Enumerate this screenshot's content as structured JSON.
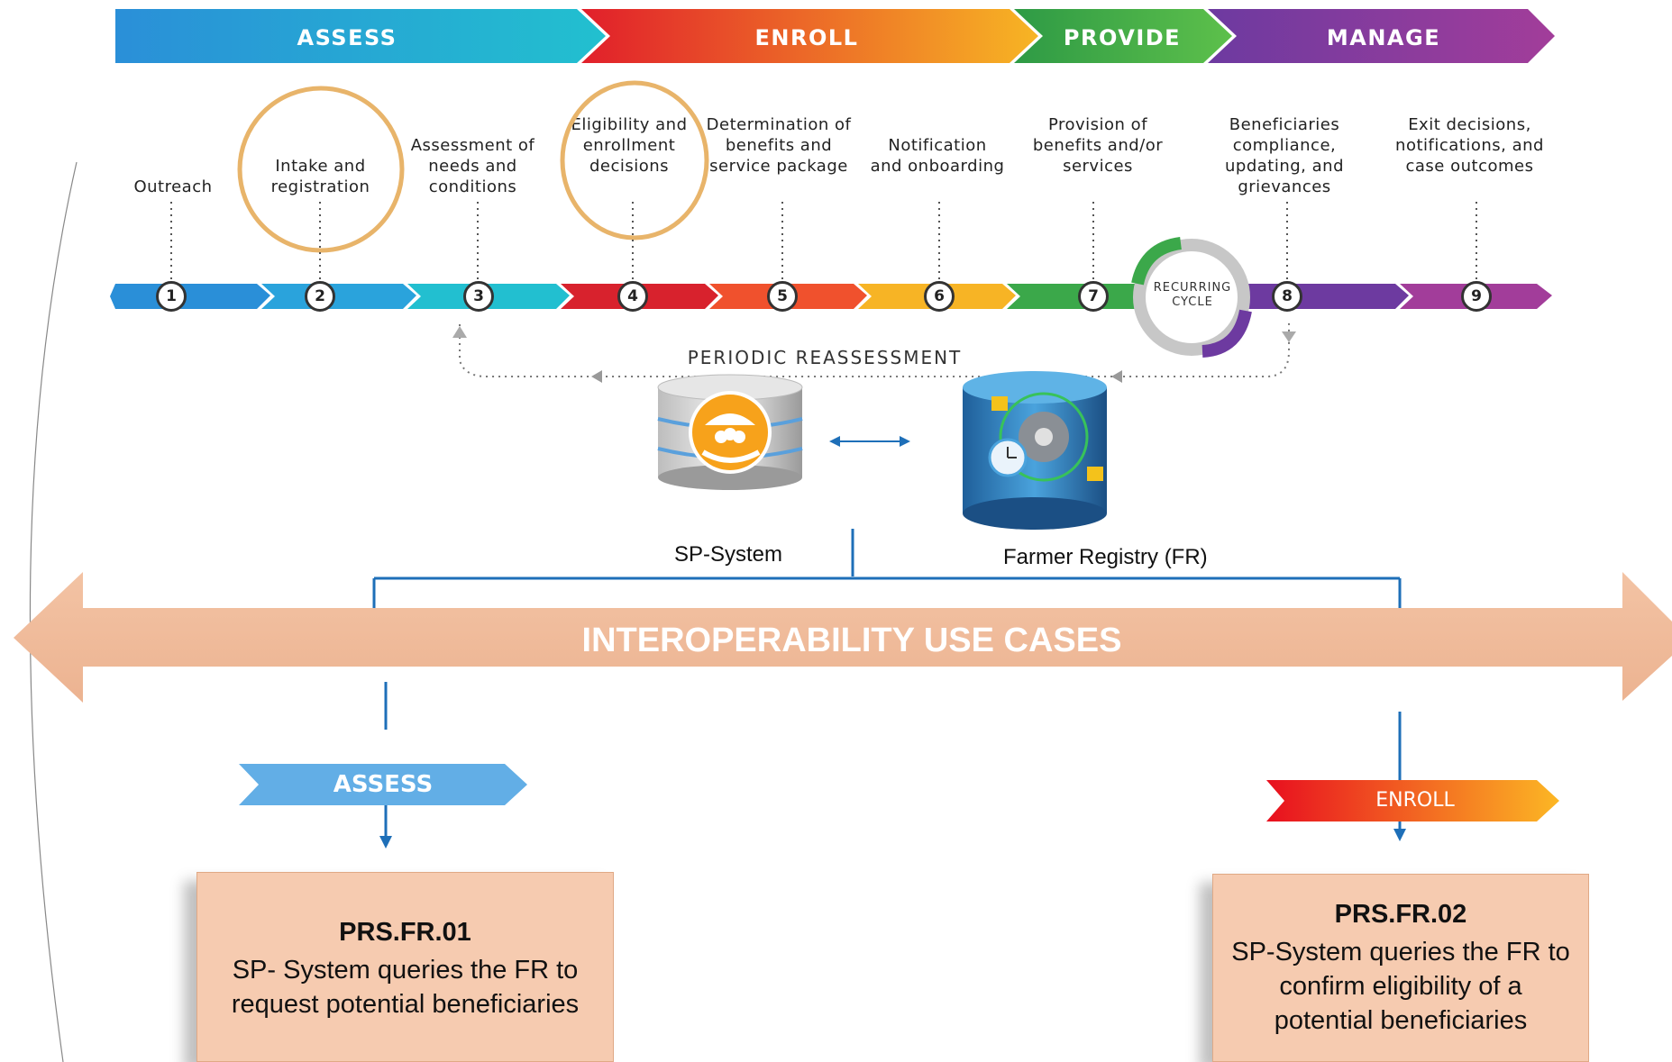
{
  "phases": [
    {
      "label": "ASSESS",
      "color": "#1fb6d6"
    },
    {
      "label": "ENROLL",
      "color": "#e8312a"
    },
    {
      "label": "PROVIDE",
      "color": "#3ba84a"
    },
    {
      "label": "MANAGE",
      "color": "#8e3a9e"
    }
  ],
  "steps": [
    {
      "num": "1",
      "label": "Outreach"
    },
    {
      "num": "2",
      "label": "Intake and registration"
    },
    {
      "num": "3",
      "label": "Assessment of needs and conditions"
    },
    {
      "num": "4",
      "label": "Eligibility and enrollment decisions"
    },
    {
      "num": "5",
      "label": "Determination of benefits and service package"
    },
    {
      "num": "6",
      "label": "Notification and onboarding"
    },
    {
      "num": "7",
      "label": "Provision of benefits and/or services"
    },
    {
      "num": "8",
      "label": "Beneficiaries compliance, updating, and grievances"
    },
    {
      "num": "9",
      "label": "Exit decisions, notifications, and case outcomes"
    }
  ],
  "cycle_label": "RECURRING CYCLE",
  "reassessment_label": "PERIODIC REASSESSMENT",
  "systems": {
    "sp": "SP-System",
    "fr": "Farmer Registry (FR)"
  },
  "banner": "INTEROPERABILITY USE CASES",
  "tags": {
    "assess": "ASSESS",
    "enroll": "ENROLL"
  },
  "cards": [
    {
      "code": "PRS.FR.01",
      "desc": "SP- System queries the FR to request potential beneficiaries"
    },
    {
      "code": "PRS.FR.02",
      "desc": "SP-System queries the FR to confirm eligibility of a potential beneficiaries"
    }
  ]
}
